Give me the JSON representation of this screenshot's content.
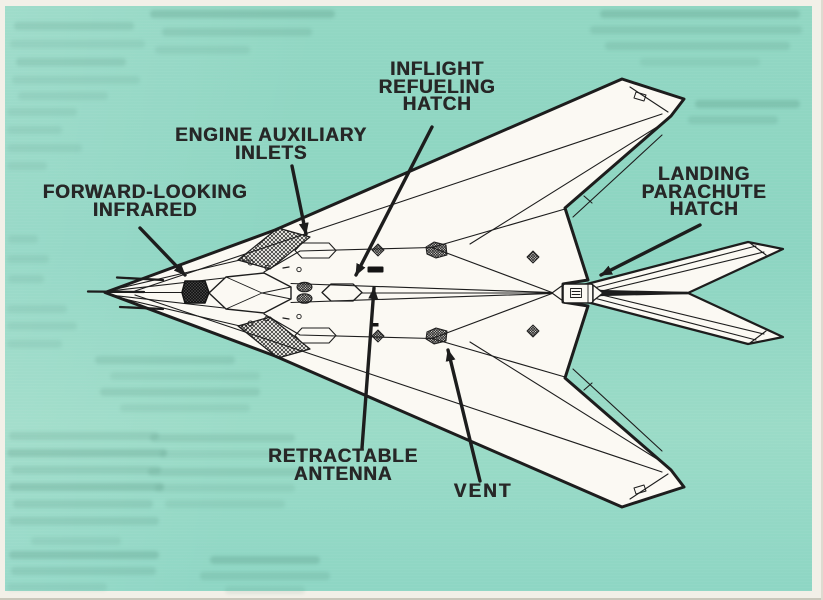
{
  "page": {
    "background_color": "#8ed5c2",
    "page_edge_color": "#f2f0e8",
    "ink_color": "#1d1d1d",
    "aircraft_fill_color": "#fbf9f3",
    "label_text_color": "#272727"
  },
  "diagram": {
    "subject": "stealth-aircraft-top-view-line-drawing",
    "labels": {
      "forward_looking_infrared": {
        "line1": "FORWARD-LOOKING",
        "line2": "INFRARED"
      },
      "engine_auxiliary_inlets": {
        "line1": "ENGINE AUXILIARY",
        "line2": "INLETS"
      },
      "inflight_refueling_hatch": {
        "line1": "INFLIGHT",
        "line2": "REFUELING",
        "line3": "HATCH"
      },
      "landing_parachute_hatch": {
        "line1": "LANDING",
        "line2": "PARACHUTE",
        "line3": "HATCH"
      },
      "retractable_antenna": {
        "line1": "RETRACTABLE",
        "line2": "ANTENNA"
      },
      "vent": {
        "line1": "VENT"
      }
    }
  }
}
